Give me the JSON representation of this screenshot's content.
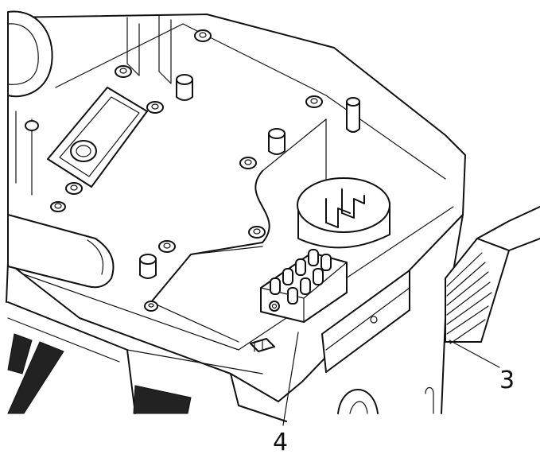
{
  "figure": {
    "callouts": [
      {
        "id": "3",
        "label": "3"
      },
      {
        "id": "4",
        "label": "4"
      }
    ],
    "colors": {
      "line": "#111111",
      "background": "#ffffff"
    }
  }
}
